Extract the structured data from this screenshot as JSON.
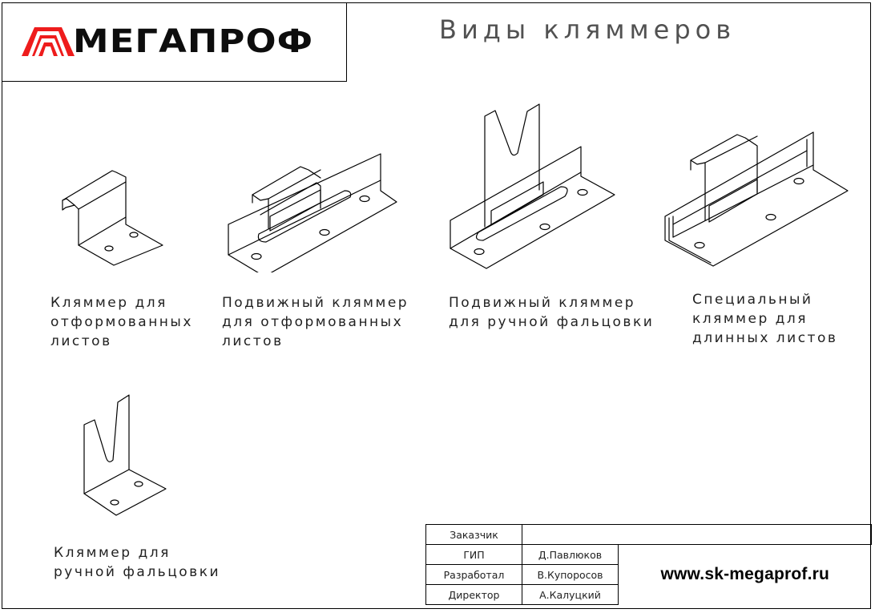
{
  "header": {
    "brand": "МЕГАПРОФ",
    "brand_color": "#ee1c1c",
    "title": "Виды кляммеров"
  },
  "items": [
    {
      "id": "clamp-formed",
      "lines": [
        "Кляммер для",
        "отформованных",
        "листов"
      ]
    },
    {
      "id": "sliding-clamp-formed",
      "lines": [
        "Подвижный кляммер",
        "для отформованных",
        "листов"
      ]
    },
    {
      "id": "sliding-clamp-manual",
      "lines": [
        "Подвижный кляммер",
        "для ручной фальцовки"
      ]
    },
    {
      "id": "special-clamp-long",
      "lines": [
        "Специальный",
        "кляммер для",
        "длинных листов"
      ]
    },
    {
      "id": "clamp-manual",
      "lines": [
        "Кляммер для",
        "ручной фальцовки"
      ]
    }
  ],
  "title_block": {
    "customer_label": "Заказчик",
    "customer_value": "",
    "rows": [
      {
        "role": "ГИП",
        "name": "Д.Павлюков"
      },
      {
        "role": "Разработал",
        "name": "В.Купоросов"
      },
      {
        "role": "Директор",
        "name": "А.Калуцкий"
      }
    ],
    "website": "www.sk-megaprof.ru"
  }
}
